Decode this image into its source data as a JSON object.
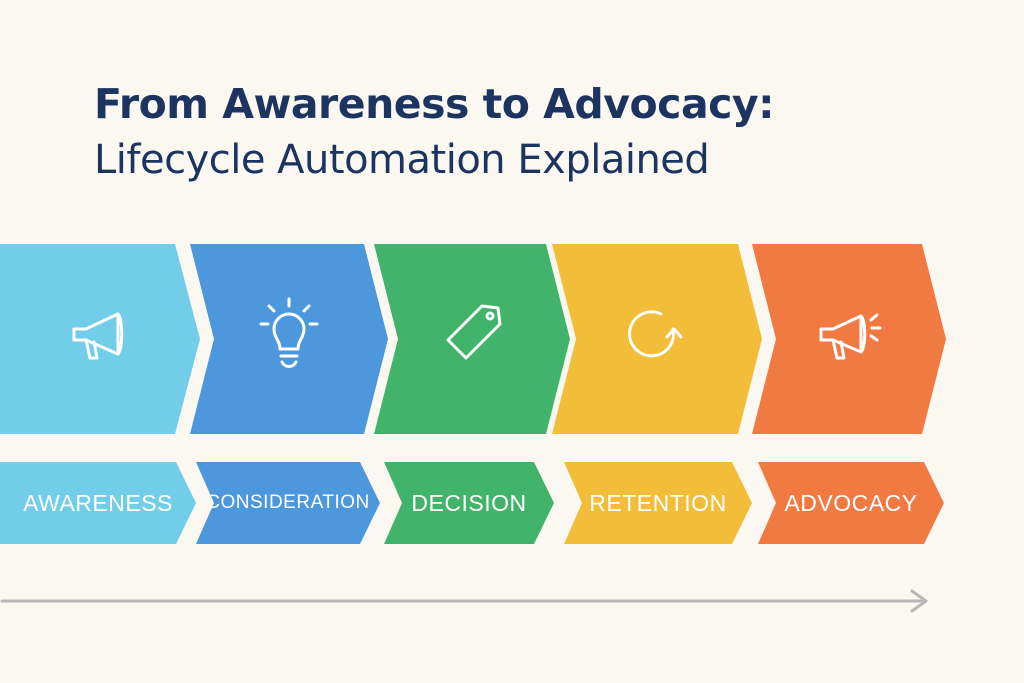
{
  "title": {
    "line1": "From Awareness to Advocacy:",
    "line2": "Lifecycle Automation Explained"
  },
  "stages": [
    {
      "label": "AWARENESS",
      "icon": "megaphone-icon",
      "color": "#72cde9"
    },
    {
      "label": "CONSIDERATION",
      "icon": "lightbulb-icon",
      "color": "#4d97dc"
    },
    {
      "label": "DECISION",
      "icon": "price-tag-icon",
      "color": "#42b36a"
    },
    {
      "label": "RETENTION",
      "icon": "refresh-icon",
      "color": "#f2bd38"
    },
    {
      "label": "ADVOCACY",
      "icon": "loud-megaphone-icon",
      "color": "#f17a43"
    }
  ]
}
